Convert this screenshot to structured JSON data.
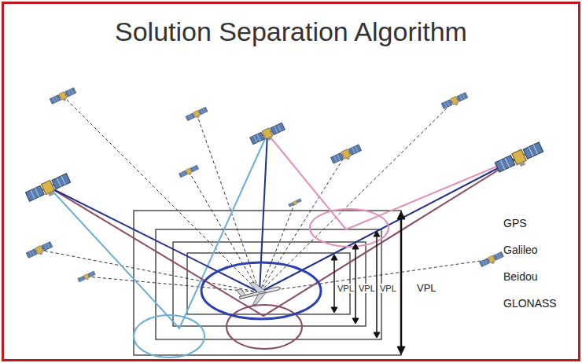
{
  "diagram": {
    "title": "Solution Separation Algorithm",
    "labels": [
      "VPL",
      "VPL",
      "VPL",
      "VPL",
      "GPS",
      "Galileo",
      "Beidou",
      "GLONASS"
    ]
  }
}
